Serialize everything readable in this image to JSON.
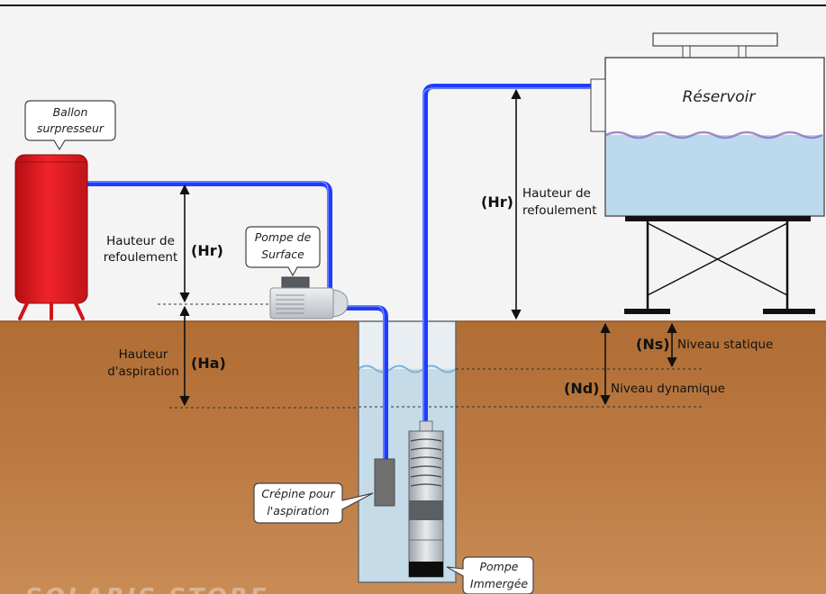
{
  "colors": {
    "background": "#f4f4f4",
    "ground": "#b8743a",
    "pipe": "#1f3cff",
    "pressure_tank": "#e8141b",
    "water": "#bcd9ee",
    "well_water": "#c6dbe8",
    "pump_body": "#c9ced3"
  },
  "icons": {
    "pressure_tank": "ballon-tank-icon",
    "surface_pump": "surface-pump-icon",
    "submersible_pump": "submersible-pump-icon",
    "strainer": "strainer-icon",
    "reservoir": "reservoir-tank-icon"
  },
  "callouts": {
    "ballon_line1": "Ballon",
    "ballon_line2": "surpresseur",
    "pompe_surface_line1": "Pompe de",
    "pompe_surface_line2": "Surface",
    "crepine_line1": "Crépine pour",
    "crepine_line2": "l'aspiration",
    "pompe_immergee_line1": "Pompe",
    "pompe_immergee_line2": "Immergée"
  },
  "reservoir": {
    "label": "Réservoir"
  },
  "left": {
    "hr_code": "(Hr)",
    "hr_line1": "Hauteur de",
    "hr_line2": "refoulement",
    "ha_code": "(Ha)",
    "ha_line1": "Hauteur",
    "ha_line2": "d'aspiration"
  },
  "right": {
    "hr_code": "(Hr)",
    "hr_line1": "Hauteur de",
    "hr_line2": "refoulement",
    "ns_code": "(Ns)",
    "ns_label": "Niveau statique",
    "nd_code": "(Nd)",
    "nd_label": "Niveau dynamique"
  },
  "watermark": "SOLARIS STORE"
}
